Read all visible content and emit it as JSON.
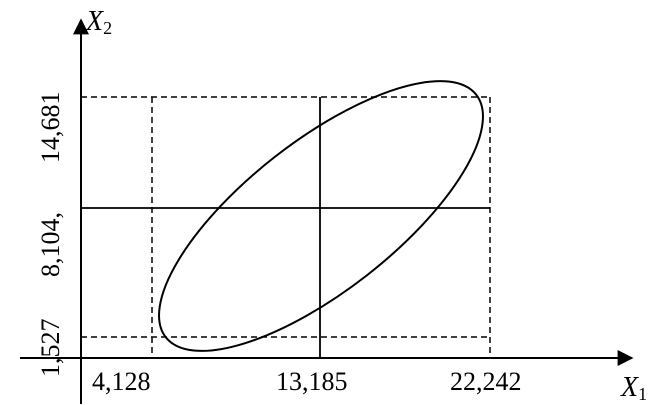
{
  "diagram": {
    "x_axis": {
      "name": "X",
      "subscript": "1"
    },
    "y_axis": {
      "name": "X",
      "subscript": "2"
    },
    "x_ticks": [
      "4,128",
      "13,185",
      "22,242"
    ],
    "y_ticks": [
      "1,527",
      "8,104,",
      "14,681"
    ]
  },
  "style": {
    "stroke": "#000000"
  }
}
